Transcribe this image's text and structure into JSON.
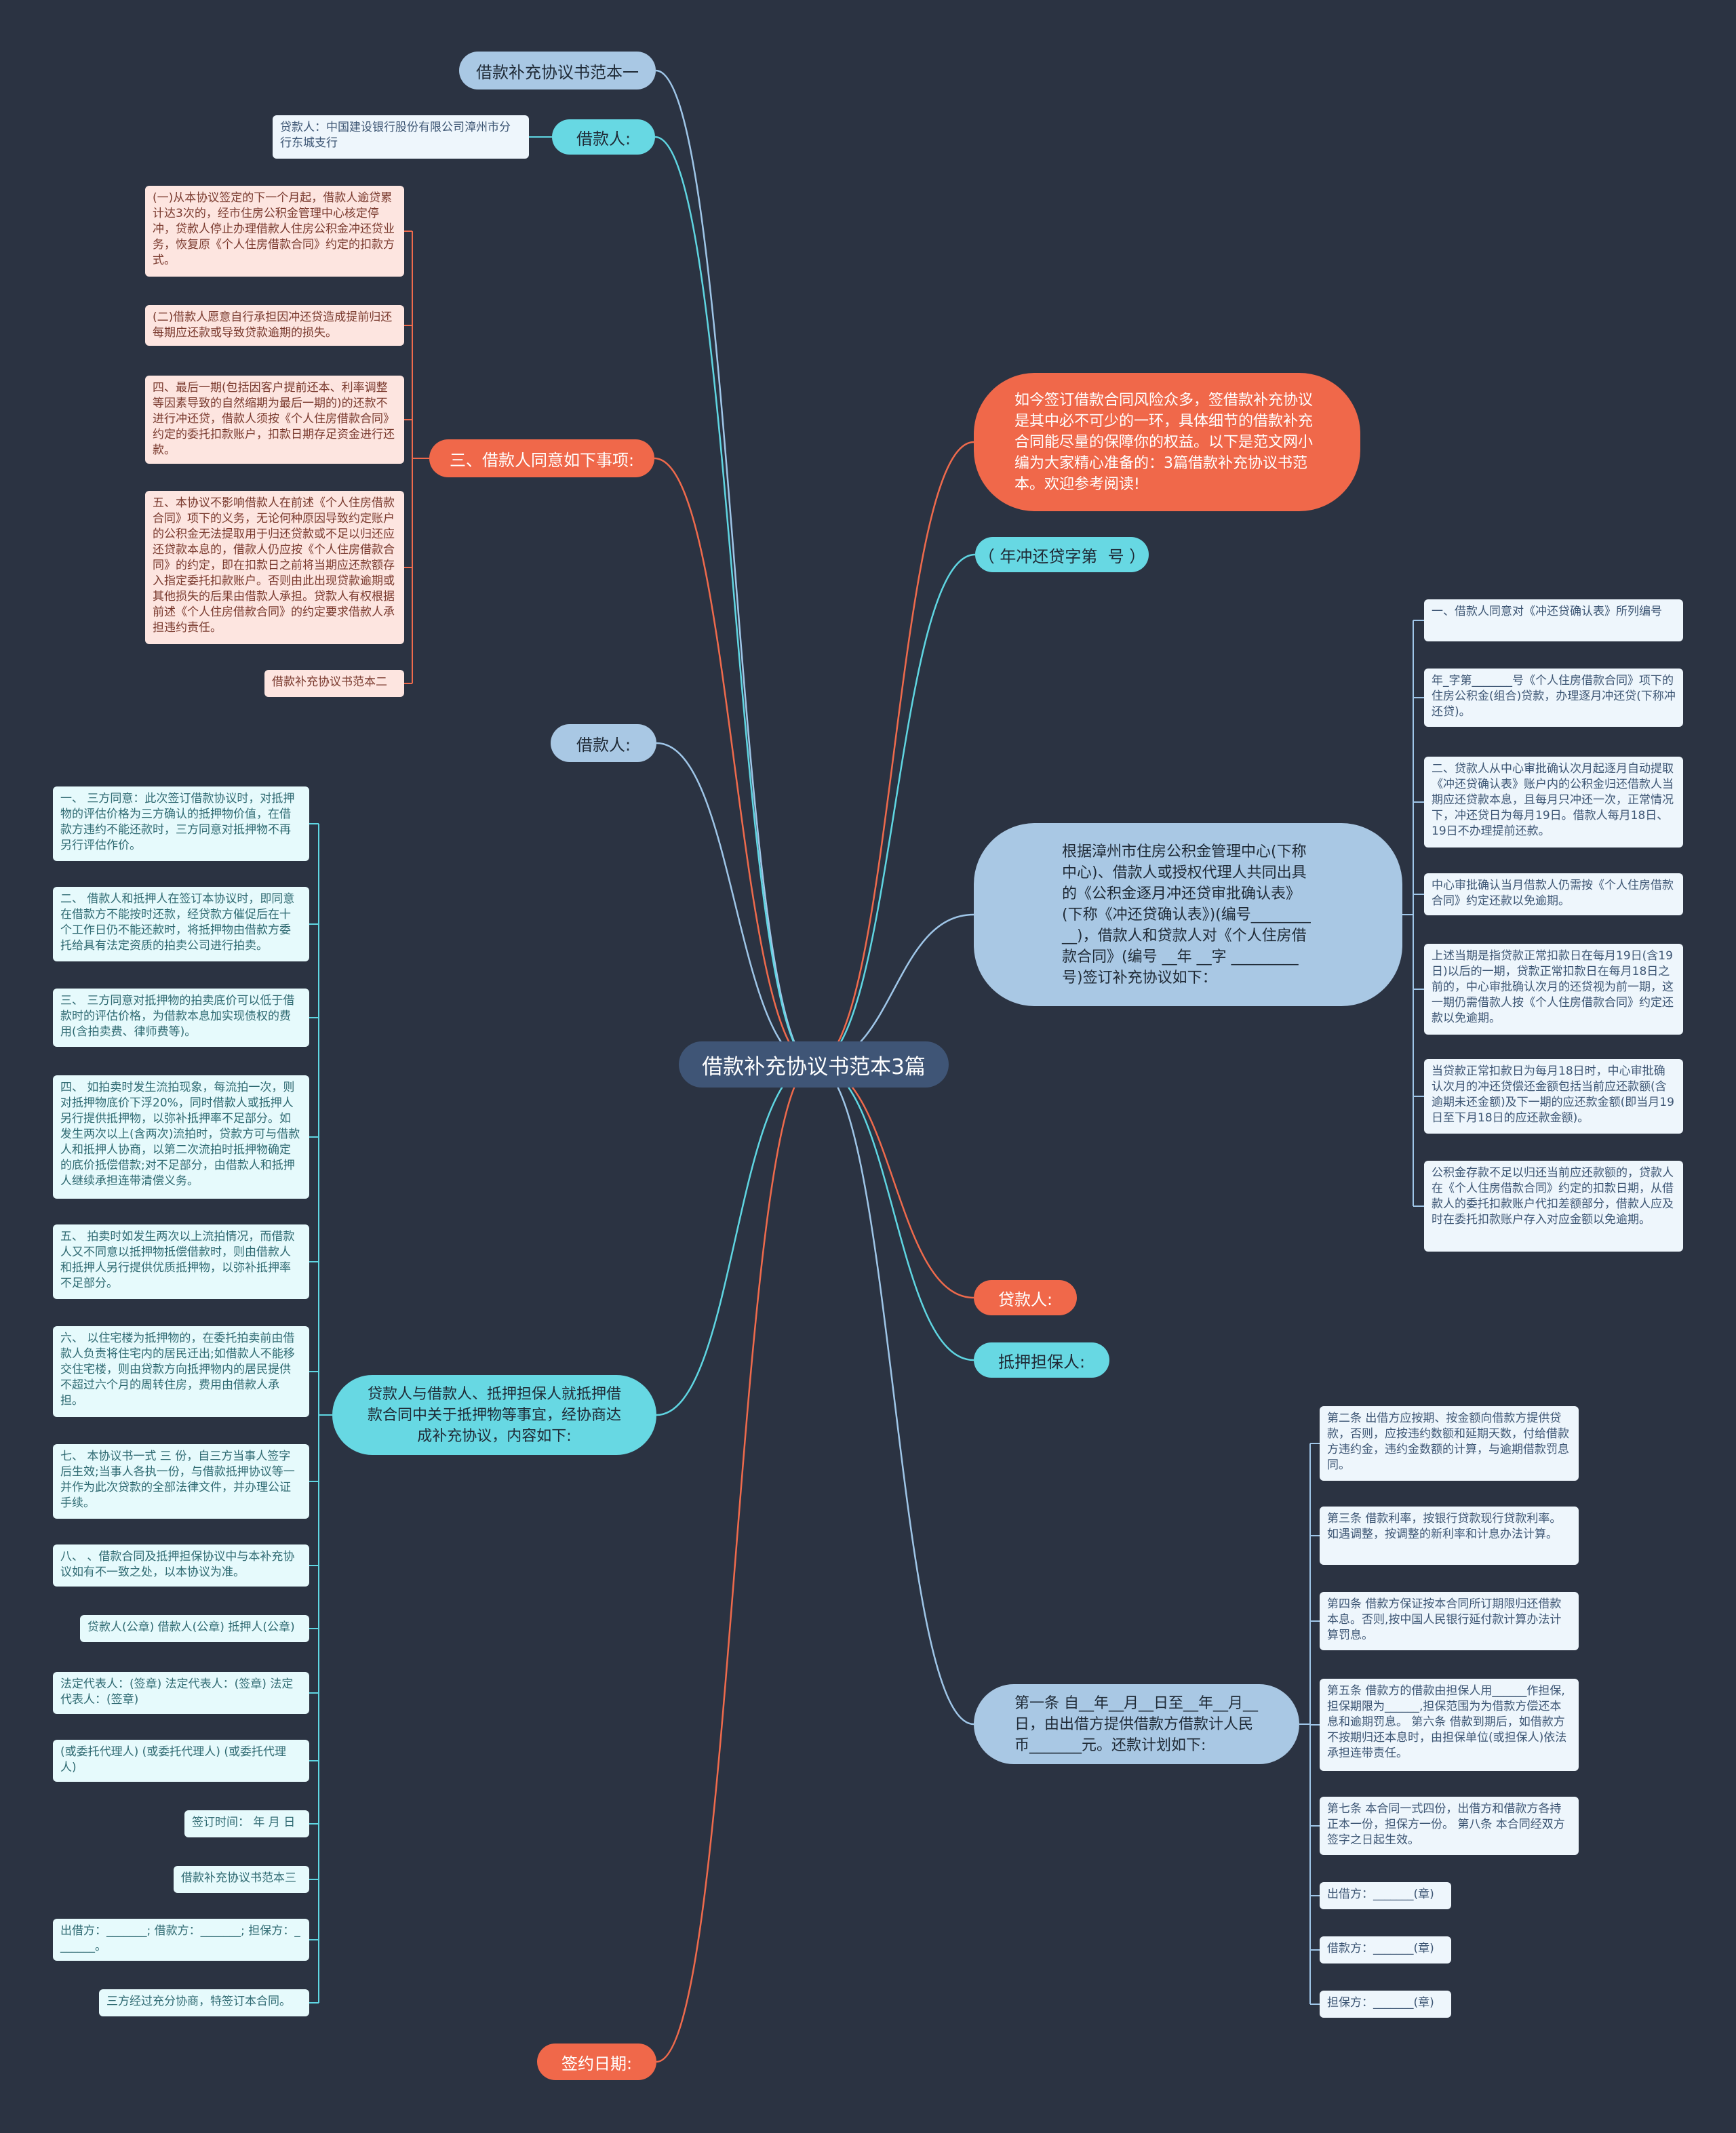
{
  "colors": {
    "background": "#2b3342",
    "central": "#3f5576",
    "blue": "#a9c8e4",
    "cyan": "#67d8e3",
    "orange": "#f0684a",
    "line_blue": "#9fc6e8",
    "line_cyan": "#5fd6e2",
    "line_orange": "#ef6a4c"
  },
  "central": "借款补充协议书范本3篇",
  "branches": {
    "b1": "借款补充协议书范本一",
    "b2": "借款人:",
    "b2_note": "贷款人：中国建设银行股份有限公司漳州市分行东城支行",
    "b3": "三、借款人同意如下事项:",
    "b3_notes": [
      "(一)从本协议签定的下一个月起，借款人逾贷累计达3次的，经市住房公积金管理中心核定停冲，贷款人停止办理借款人住房公积金冲还贷业务，恢复原《个人住房借款合同》约定的扣款方式。",
      "(二)借款人愿意自行承担因冲还贷造成提前归还每期应还款或导致贷款逾期的损失。",
      "四、最后一期(包括因客户提前还本、利率调整等因素导致的自然缩期为最后一期的)的还款不进行冲还贷，借款人须按《个人住房借款合同》约定的委托扣款账户，扣款日期存足资金进行还款。",
      "五、本协议不影响借款人在前述《个人住房借款合同》项下的义务，无论何种原因导致约定账户的公积金无法提取用于归还贷款或不足以归还应还贷款本息的，借款人仍应按《个人住房借款合同》的约定，即在扣款日之前将当期应还款额存入指定委托扣款账户。否则由此出现贷款逾期或其他损失的后果由借款人承担。贷款人有权根据前述《个人住房借款合同》的约定要求借款人承担违约责任。",
      "借款补充协议书范本二"
    ],
    "b4": "如今签订借款合同风险众多，签借款补充协议是其中必不可少的一环，具体细节的借款补充合同能尽量的保障你的权益。以下是范文网小编为大家精心准备的：3篇借款补充协议书范本。欢迎参考阅读!",
    "b5": "（ 年冲还贷字第  号 ）",
    "b6": "借款人:",
    "b7": "根据漳州市住房公积金管理中心(下称中心)、借款人或授权代理人共同出具的《公积金逐月冲还贷审批确认表》(下称《冲还贷确认表》)(编号__________)，借款人和贷款人对《个人住房借款合同》(编号 __年 __字 _________号)签订补充协议如下：",
    "b7_notes": [
      "一、借款人同意对《冲还贷确认表》所列编号",
      "年_字第_______号《个人住房借款合同》项下的住房公积金(组合)贷款，办理逐月冲还贷(下称冲还贷)。",
      "二、贷款人从中心审批确认次月起逐月自动提取《冲还贷确认表》账户内的公积金归还借款人当期应还贷款本息，且每月只冲还一次，正常情况下，冲还贷日为每月19日。借款人每月18日、19日不办理提前还款。",
      "中心审批确认当月借款人仍需按《个人住房借款合同》约定还款以免逾期。",
      "上述当期是指贷款正常扣款日在每月19日(含19日)以后的一期，贷款正常扣款日在每月18日之前的，中心审批确认次月的还贷视为前一期，这一期仍需借款人按《个人住房借款合同》约定还款以免逾期。",
      "当贷款正常扣款日为每月18日时，中心审批确认次月的冲还贷偿还金额包括当前应还款额(含逾期未还金额)及下一期的应还款金额(即当月19日至下月18日的应还款金额)。",
      "公积金存款不足以归还当前应还款额的，贷款人在《个人住房借款合同》约定的扣款日期，从借款人的委托扣款账户代扣差额部分，借款人应及时在委托扣款账户存入对应金额以免逾期。"
    ],
    "b8": "贷款人:",
    "b9": "抵押担保人:",
    "b10": "贷款人与借款人、抵押担保人就抵押借款合同中关于抵押物等事宜，经协商达成补充协议，内容如下:",
    "b10_notes": [
      "一、 三方同意：此次签订借款协议时，对抵押物的评估价格为三方确认的抵押物价值，在借款方违约不能还款时，三方同意对抵押物不再另行评估作价。",
      "二、 借款人和抵押人在签订本协议时，即同意在借款方不能按时还款，经贷款方催促后在十个工作日仍不能还款时，将抵押物由借款方委托给具有法定资质的拍卖公司进行拍卖。",
      "三、 三方同意对抵押物的拍卖底价可以低于借款时的评估价格，为借款本息加实现债权的费用(含拍卖费、律师费等)。",
      "四、 如拍卖时发生流拍现象，每流拍一次，则对抵押物底价下浮20%，同时借款人或抵押人另行提供抵押物，以弥补抵押率不足部分。如发生两次以上(含两次)流拍时，贷款方可与借款人和抵押人协商，以第二次流拍时抵押物确定的底价抵偿借款;对不足部分，由借款人和抵押人继续承担连带清偿义务。",
      "五、 拍卖时如发生两次以上流拍情况，而借款人又不同意以抵押物抵偿借款时，则由借款人和抵押人另行提供优质抵押物，以弥补抵押率不足部分。",
      "六、 以住宅楼为抵押物的，在委托拍卖前由借款人负责将住宅内的居民迁出;如借款人不能移交住宅楼，则由贷款方向抵押物内的居民提供不超过六个月的周转住房，费用由借款人承担。",
      "七、 本协议书一式 三 份，自三方当事人签字后生效;当事人各执一份，与借款抵押协议等一并作为此次贷款的全部法律文件，并办理公证手续。",
      "八、 、借款合同及抵押担保协议中与本补充协议如有不一致之处，以本协议为准。",
      "贷款人(公章) 借款人(公章) 抵押人(公章)",
      "法定代表人：(签章) 法定代表人：(签章) 法定代表人：(签章)",
      "(或委托代理人) (或委托代理人) (或委托代理人)",
      "签订时间： 年 月 日",
      "借款补充协议书范本三",
      "出借方：_______; 借款方：_______; 担保方：_______。",
      "三方经过充分协商，特签订本合同。"
    ],
    "b11": "第一条 自__年__月__日至__年__月__日，由出借方提供借款方借款计人民币_______元。还款计划如下:",
    "b11_notes": [
      "第二条 出借方应按期、按金额向借款方提供贷款，否则，应按违约数额和延期天数，付给借款方违约金，违约金数额的计算，与逾期借款罚息同。",
      "第三条 借款利率，按银行贷款现行贷款利率。如遇调整，按调整的新利率和计息办法计算。",
      "第四条 借款方保证按本合同所订期限归还借款本息。否则,按中国人民银行延付款计算办法计算罚息。",
      "第五条 借款方的借款由担保人用______作担保,担保期限为______,担保范围为为借款方偿还本息和逾期罚息。 第六条 借款到期后，如借款方不按期归还本息时，由担保单位(或担保人)依法承担连带责任。",
      "第七条 本合同一式四份，出借方和借款方各持正本一份，担保方一份。 第八条 本合同经双方签字之日起生效。",
      "出借方：_______(章)",
      "借款方：_______(章)",
      "担保方：_______(章)"
    ],
    "b12": "签约日期:"
  }
}
